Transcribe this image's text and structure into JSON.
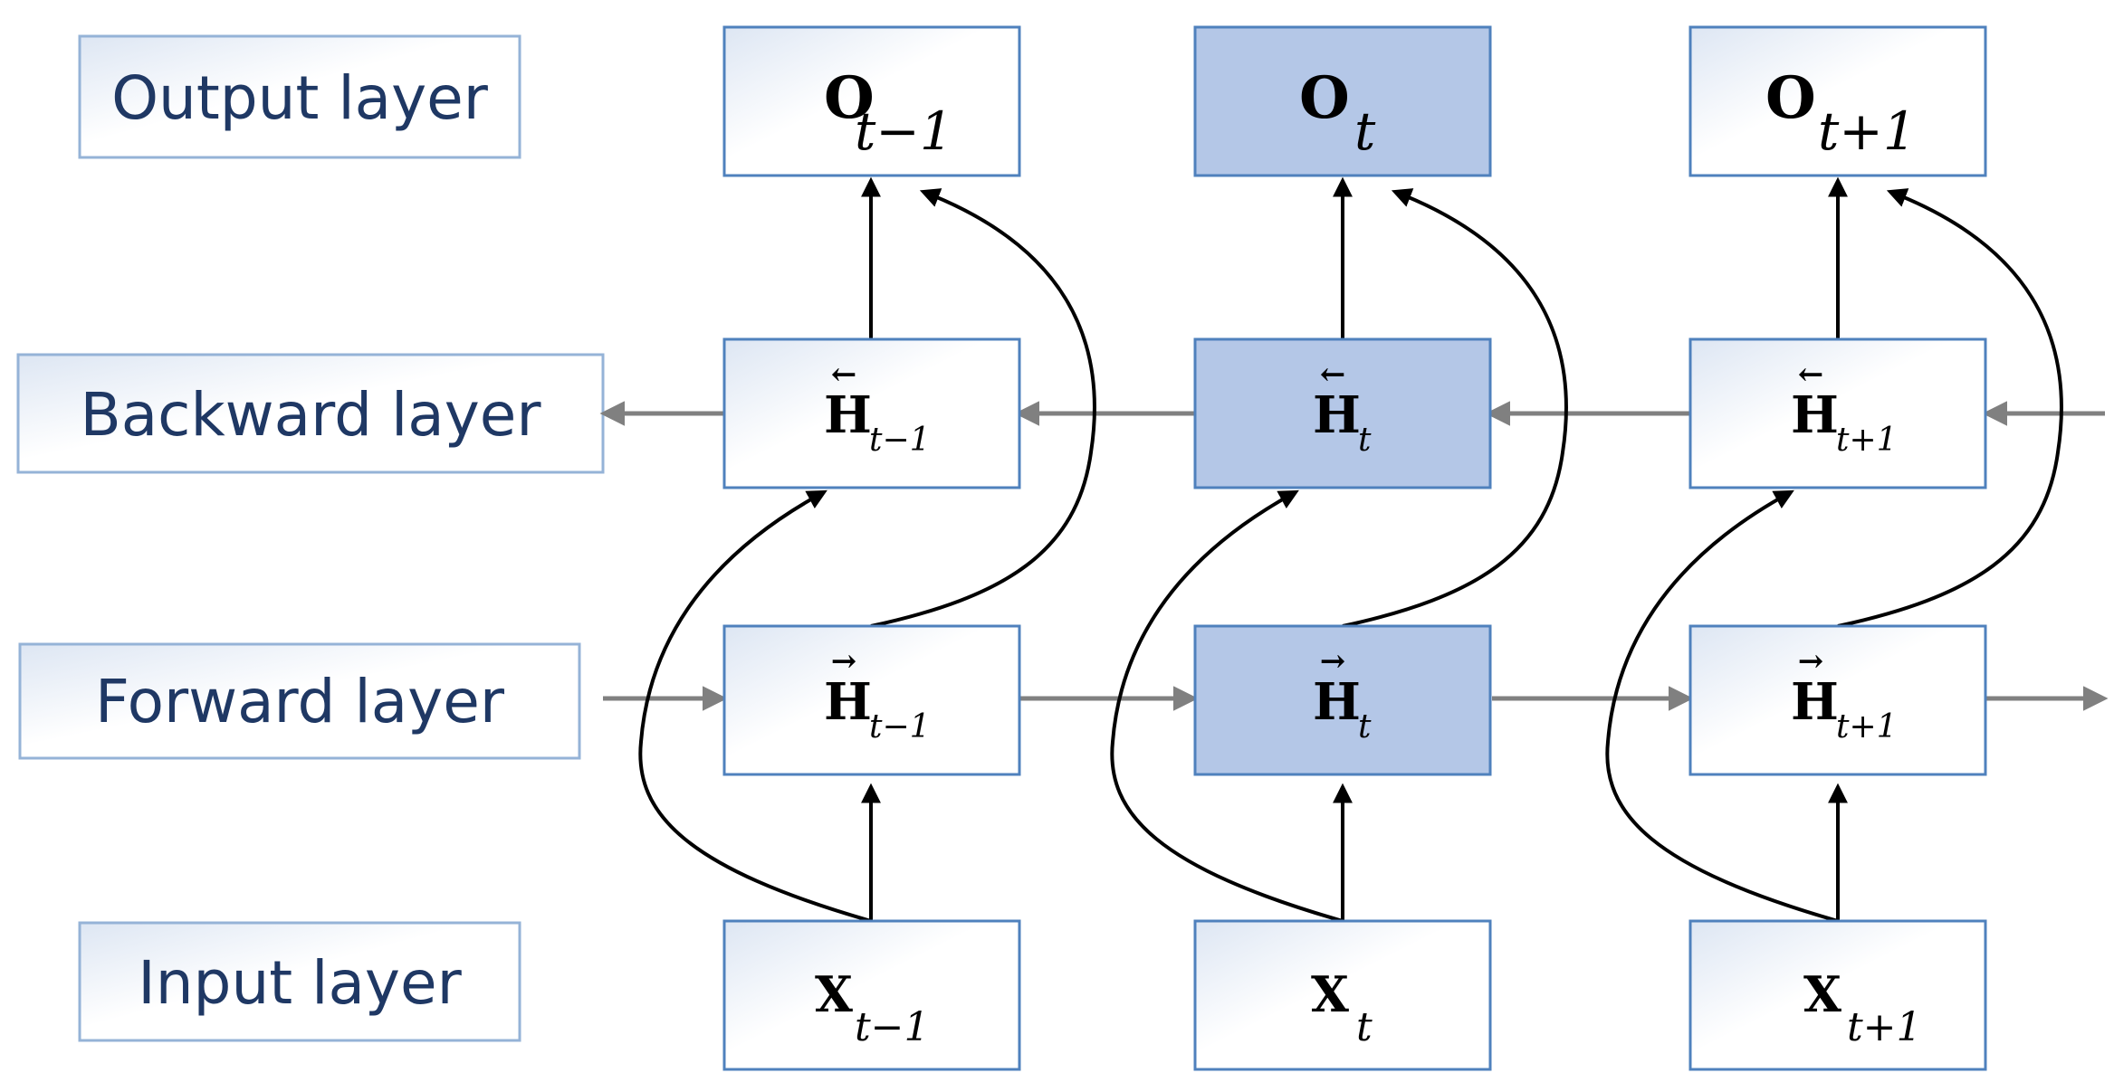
{
  "layer_labels": {
    "output": "Output layer",
    "backward": "Backward layer",
    "forward": "Forward layer",
    "input": "Input layer"
  },
  "nodes": {
    "output": [
      {
        "symbol": "O",
        "sub": "t−1"
      },
      {
        "symbol": "O",
        "sub": "t"
      },
      {
        "symbol": "O",
        "sub": "t+1"
      }
    ],
    "backward": [
      {
        "symbol": "H",
        "accent": "←",
        "sub": "t−1"
      },
      {
        "symbol": "H",
        "accent": "←",
        "sub": "t"
      },
      {
        "symbol": "H",
        "accent": "←",
        "sub": "t+1"
      }
    ],
    "forward": [
      {
        "symbol": "H",
        "accent": "→",
        "sub": "t−1"
      },
      {
        "symbol": "H",
        "accent": "→",
        "sub": "t"
      },
      {
        "symbol": "H",
        "accent": "→",
        "sub": "t+1"
      }
    ],
    "input": [
      {
        "symbol": "X",
        "sub": "t−1"
      },
      {
        "symbol": "X",
        "sub": "t"
      },
      {
        "symbol": "X",
        "sub": "t+1"
      }
    ]
  },
  "colors": {
    "node_border": "#4f81bd",
    "label_border": "#95b3d7",
    "highlight_fill": "#b4c7e7",
    "label_text": "#1f3864",
    "arrow_black": "#000000",
    "arrow_gray": "#808080"
  }
}
